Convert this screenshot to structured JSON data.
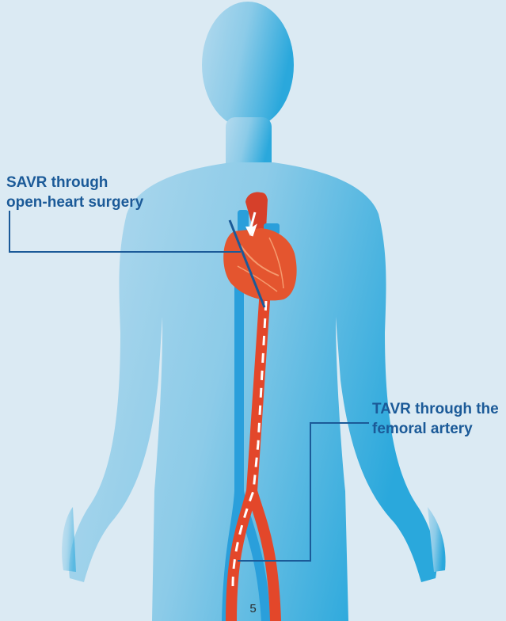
{
  "labels": {
    "savr": "SAVR through\nopen-heart surgery",
    "tavr": "TAVR through the\nfemoral artery"
  },
  "page_number": "5",
  "colors": {
    "background": "#dbeaf3",
    "body_light": "#a6d3ea",
    "body_dark": "#2ba9dc",
    "artery": "#e3472a",
    "vein": "#2a9fdb",
    "heart": "#e4552f",
    "callout_line": "#1b5a98",
    "label_text": "#1b5a98"
  },
  "icons": [
    "human-silhouette",
    "heart-icon",
    "artery",
    "vein",
    "catheter-path"
  ]
}
